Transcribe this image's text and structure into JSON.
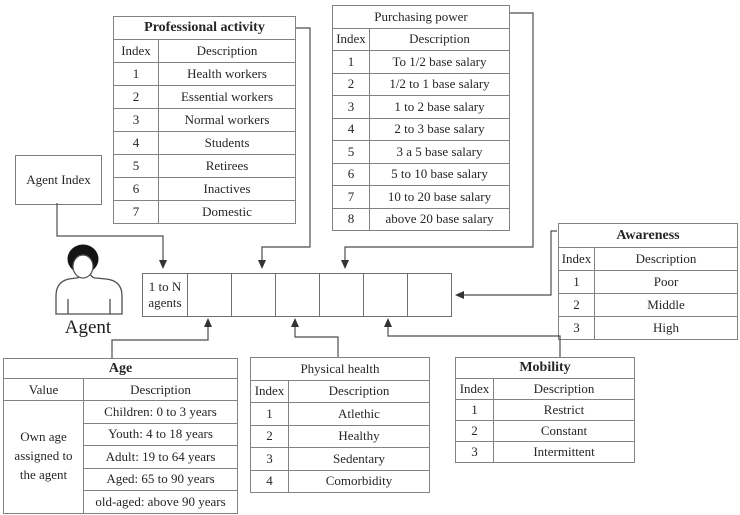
{
  "agent": {
    "label": "Agent",
    "index_box_label": "Agent Index",
    "row_first_cell": "1 to N agents"
  },
  "tables": {
    "professional_activity": {
      "title": "Professional activity",
      "headers": [
        "Index",
        "Description"
      ],
      "rows": [
        [
          "1",
          "Health workers"
        ],
        [
          "2",
          "Essential workers"
        ],
        [
          "3",
          "Normal workers"
        ],
        [
          "4",
          "Students"
        ],
        [
          "5",
          "Retirees"
        ],
        [
          "6",
          "Inactives"
        ],
        [
          "7",
          "Domestic"
        ]
      ]
    },
    "purchasing_power": {
      "title": "Purchasing power",
      "headers": [
        "Index",
        "Description"
      ],
      "rows": [
        [
          "1",
          "To 1/2 base salary"
        ],
        [
          "2",
          "1/2 to 1 base salary"
        ],
        [
          "3",
          "1 to 2 base salary"
        ],
        [
          "4",
          "2 to 3 base salary"
        ],
        [
          "5",
          "3 a 5 base salary"
        ],
        [
          "6",
          "5 to 10 base salary"
        ],
        [
          "7",
          "10 to 20 base salary"
        ],
        [
          "8",
          "above 20 base salary"
        ]
      ]
    },
    "awareness": {
      "title": "Awareness",
      "headers": [
        "Index",
        "Description"
      ],
      "rows": [
        [
          "1",
          "Poor"
        ],
        [
          "2",
          "Middle"
        ],
        [
          "3",
          "High"
        ]
      ]
    },
    "age": {
      "title": "Age",
      "headers": [
        "Value",
        "Description"
      ],
      "value_cell": "Own age assigned to the agent",
      "rows": [
        "Children: 0 to 3 years",
        "Youth: 4 to 18 years",
        "Adult: 19 to 64 years",
        "Aged: 65 to 90 years",
        "old-aged: above 90 years"
      ]
    },
    "physical_health": {
      "title": "Physical health",
      "headers": [
        "Index",
        "Description"
      ],
      "rows": [
        [
          "1",
          "Atlethic"
        ],
        [
          "2",
          "Healthy"
        ],
        [
          "3",
          "Sedentary"
        ],
        [
          "4",
          "Comorbidity"
        ]
      ]
    },
    "mobility": {
      "title": "Mobility",
      "headers": [
        "Index",
        "Description"
      ],
      "rows": [
        [
          "1",
          "Restrict"
        ],
        [
          "2",
          "Constant"
        ],
        [
          "3",
          "Intermittent"
        ]
      ]
    }
  },
  "colors": {
    "table_border": "#828282",
    "connector_line": "#4d4d4d",
    "text": "#262626"
  }
}
